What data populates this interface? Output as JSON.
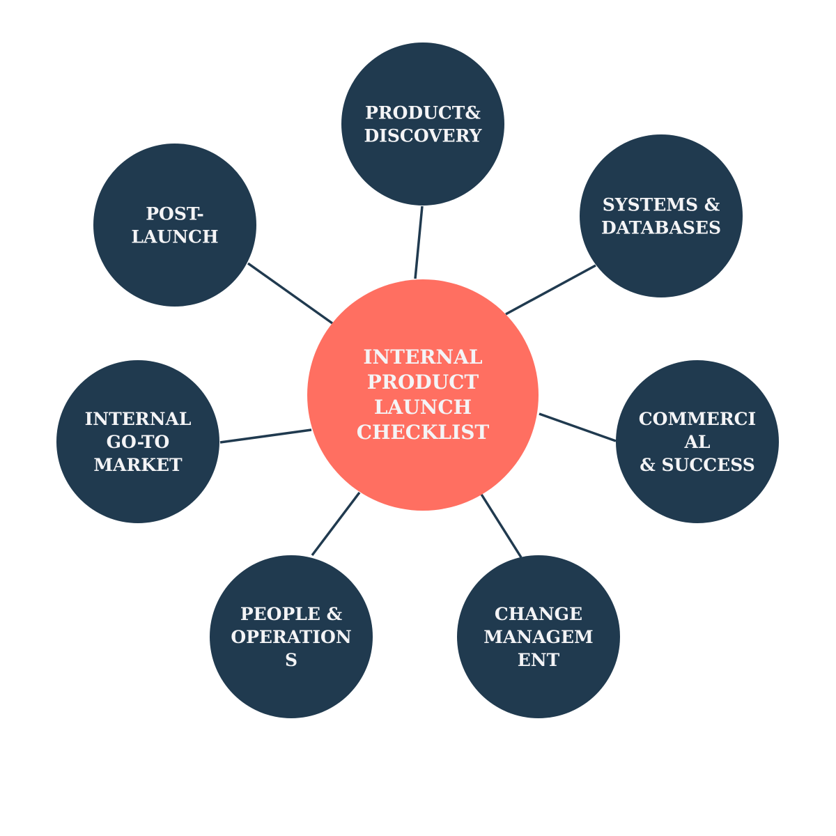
{
  "colors": {
    "node": "#203a4f",
    "center": "#ff6f61",
    "text": "#f4f4f6",
    "line": "#203a4f"
  },
  "center": {
    "lines": [
      "INTERNAL",
      "PRODUCT",
      "LAUNCH",
      "CHECKLIST"
    ]
  },
  "nodes": [
    {
      "id": "product-discovery",
      "lines": [
        "PRODUCT&",
        "DISCOVERY"
      ]
    },
    {
      "id": "systems-databases",
      "lines": [
        "SYSTEMS &",
        "DATABASES"
      ]
    },
    {
      "id": "commercial-success",
      "lines": [
        "COMMERCI",
        "AL",
        "& SUCCESS"
      ]
    },
    {
      "id": "change-management",
      "lines": [
        "CHANGE",
        "MANAGEM",
        "ENT"
      ]
    },
    {
      "id": "people-operations",
      "lines": [
        "PEOPLE &",
        "OPERATION",
        "S"
      ]
    },
    {
      "id": "internal-go-to-market",
      "lines": [
        "INTERNAL",
        "GO-TO",
        "MARKET"
      ]
    },
    {
      "id": "post-launch",
      "lines": [
        "POST-",
        "LAUNCH"
      ]
    }
  ]
}
